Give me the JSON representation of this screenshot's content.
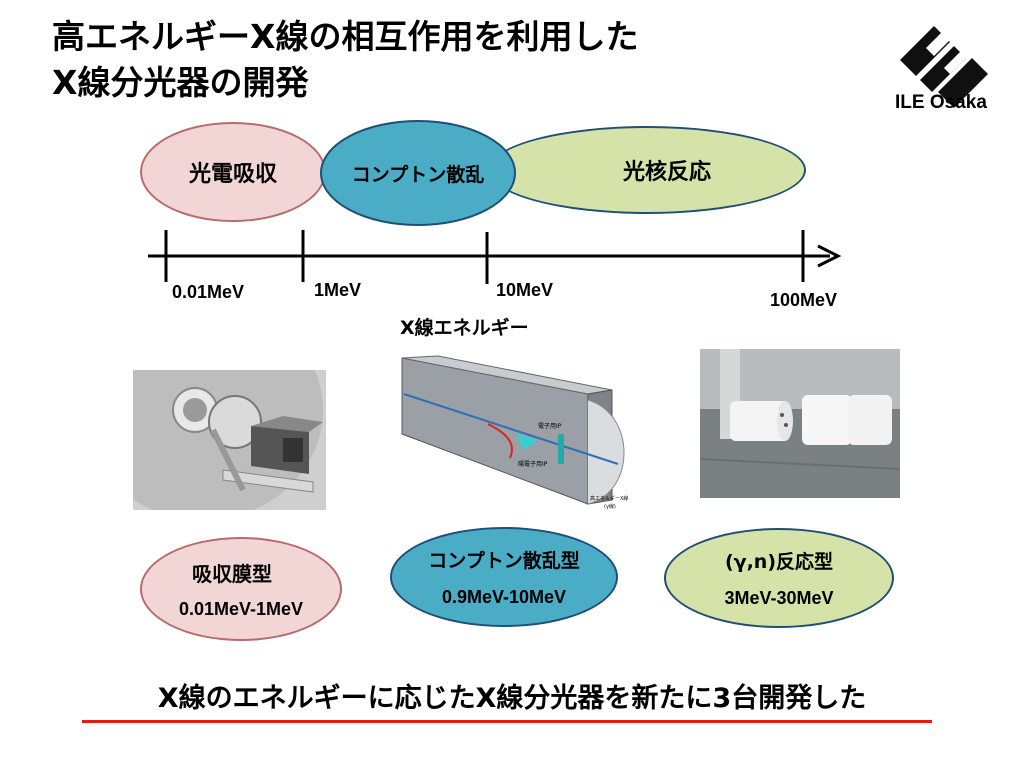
{
  "title": {
    "line1": "高エネルギーX線の相互作用を利用した",
    "line2": "X線分光器の開発"
  },
  "logo": {
    "text": "ILE Osaka",
    "icon": "ile-logo-icon"
  },
  "interactions": [
    {
      "label": "光電吸収"
    },
    {
      "label": "コンプトン散乱"
    },
    {
      "label": "光核反応"
    }
  ],
  "axis": {
    "label": "X線エネルギー",
    "ticks": [
      "0.01MeV",
      "1MeV",
      "10MeV",
      "100MeV"
    ]
  },
  "images": [
    {
      "icon": "absorption-spectrometer-photo"
    },
    {
      "icon": "compton-spectrometer-diagram",
      "labels": [
        "電子用IP",
        "陽電子用IP",
        "高エネルギーX線",
        "(γ線)"
      ]
    },
    {
      "icon": "photonuclear-activation-samples-photo"
    }
  ],
  "spectrometers": [
    {
      "name": "吸収膜型",
      "range": "0.01MeV-1MeV"
    },
    {
      "name": "コンプトン散乱型",
      "range": "0.9MeV-10MeV"
    },
    {
      "name": "(γ,n)反応型",
      "range": "3MeV-30MeV"
    }
  ],
  "footer": "X線のエネルギーに応じたX線分光器を新たに3台開発した",
  "colors": {
    "pink_fill": "#f2d6d6",
    "blue_fill": "#4bacc6",
    "green_fill": "#d6e3a8",
    "underline": "#e31b1b"
  }
}
